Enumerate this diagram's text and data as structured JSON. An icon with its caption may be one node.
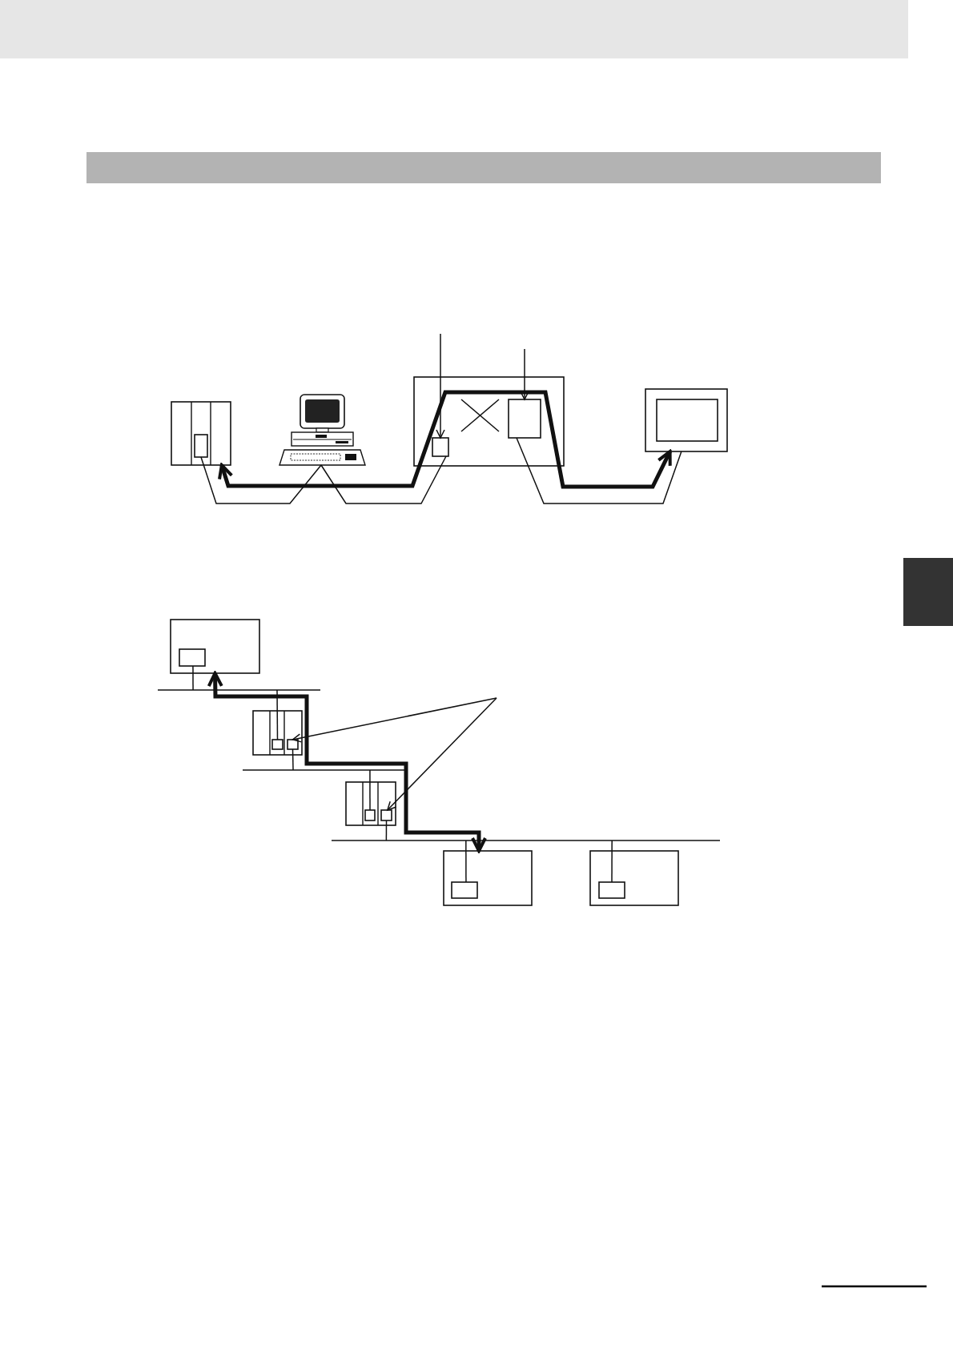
{
  "diagram": {
    "nodes": [
      {
        "text": [],
        "shape": "box"
      },
      {
        "text": [],
        "shape": "box",
        "in": 0
      },
      {
        "text": [],
        "shape": "computer"
      },
      {
        "text": [],
        "shape": "box"
      },
      {
        "text": [],
        "shape": "box",
        "in": 3
      },
      {
        "text": [],
        "shape": "box",
        "in": 3
      },
      {
        "text": [],
        "shape": "box"
      },
      {
        "text": [],
        "shape": "box",
        "in": 6
      },
      {
        "text": [],
        "shape": "box"
      },
      {
        "text": [],
        "shape": "box",
        "in": 8
      },
      {
        "text": [],
        "shape": "box"
      },
      {
        "text": [],
        "shape": "box",
        "in": 10
      },
      {
        "text": [],
        "shape": "box",
        "in": 10
      },
      {
        "text": [],
        "shape": "box"
      },
      {
        "text": [],
        "shape": "box",
        "in": 13
      },
      {
        "text": [],
        "shape": "box",
        "in": 13
      },
      {
        "text": [],
        "shape": "box"
      },
      {
        "text": [],
        "shape": "box",
        "in": 16
      },
      {
        "text": [],
        "shape": "box"
      },
      {
        "text": [],
        "shape": "box",
        "in": 18
      },
      {
        "text": [],
        "shape": "bar"
      },
      {
        "text": [],
        "shape": "bar"
      },
      {
        "text": [],
        "shape": "bar"
      },
      {
        "text": [],
        "shape": "band"
      },
      {
        "text": [],
        "shape": "band"
      },
      {
        "text": [],
        "shape": "tab"
      }
    ],
    "edges": [
      {
        "from": 1,
        "to": 2,
        "arrow": "none"
      },
      {
        "from": 2,
        "to": 4,
        "arrow": "none"
      },
      {
        "from": 5,
        "to": 6,
        "arrow": "none"
      },
      {
        "from": 0,
        "to": 6,
        "arrow": "both",
        "style": "thick"
      },
      {
        "from": null,
        "to": 4,
        "arrow": "to"
      },
      {
        "from": null,
        "to": 5,
        "arrow": "to"
      },
      {
        "from": 9,
        "to": 20,
        "arrow": "none"
      },
      {
        "from": 11,
        "to": 20,
        "arrow": "none"
      },
      {
        "from": 12,
        "to": 21,
        "arrow": "none"
      },
      {
        "from": 14,
        "to": 21,
        "arrow": "none"
      },
      {
        "from": 15,
        "to": 22,
        "arrow": "none"
      },
      {
        "from": 17,
        "to": 22,
        "arrow": "none"
      },
      {
        "from": 19,
        "to": 22,
        "arrow": "none"
      },
      {
        "from": null,
        "to": 12,
        "arrow": "to"
      },
      {
        "from": null,
        "to": 15,
        "arrow": "to"
      },
      {
        "from": 8,
        "to": 16,
        "arrow": "both",
        "style": "thick"
      }
    ]
  }
}
